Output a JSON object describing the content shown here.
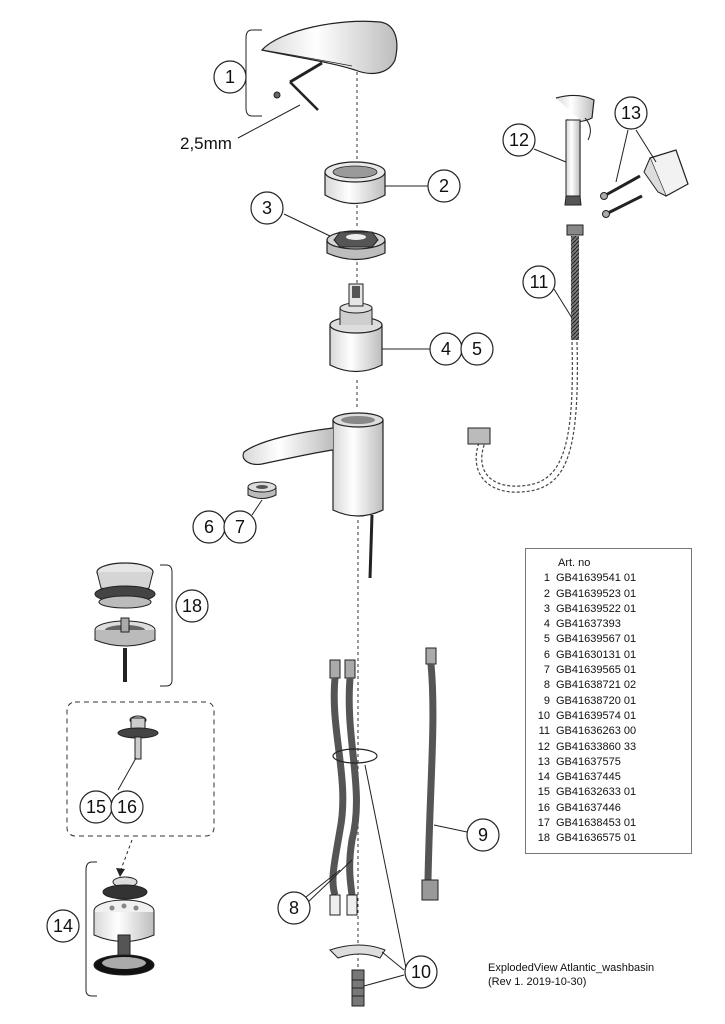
{
  "callouts": {
    "c1": "1",
    "c2": "2",
    "c3": "3",
    "c4": "4",
    "c5": "5",
    "c6": "6",
    "c7": "7",
    "c8": "8",
    "c9": "9",
    "c10": "10",
    "c11": "11",
    "c12": "12",
    "c13": "13",
    "c14": "14",
    "c15": "15",
    "c16": "16",
    "c18": "18"
  },
  "tool_label": "2,5mm",
  "parts_table": {
    "header": "Art. no",
    "rows": [
      {
        "n": "1",
        "art": "GB41639541 01"
      },
      {
        "n": "2",
        "art": "GB41639523 01"
      },
      {
        "n": "3",
        "art": "GB41639522 01"
      },
      {
        "n": "4",
        "art": "GB41637393"
      },
      {
        "n": "5",
        "art": "GB41639567 01"
      },
      {
        "n": "6",
        "art": "GB41630131 01"
      },
      {
        "n": "7",
        "art": "GB41639565 01"
      },
      {
        "n": "8",
        "art": "GB41638721 02"
      },
      {
        "n": "9",
        "art": "GB41638720 01"
      },
      {
        "n": "10",
        "art": "GB41639574 01"
      },
      {
        "n": "11",
        "art": "GB41636263 00"
      },
      {
        "n": "12",
        "art": "GB41633860 33"
      },
      {
        "n": "13",
        "art": "GB41637575"
      },
      {
        "n": "14",
        "art": "GB41637445"
      },
      {
        "n": "15",
        "art": "GB41632633 01"
      },
      {
        "n": "16",
        "art": "GB41637446"
      },
      {
        "n": "17",
        "art": "GB41638453 01"
      },
      {
        "n": "18",
        "art": "GB41636575 01"
      }
    ]
  },
  "caption": {
    "line1": "ExplodedView Atlantic_washbasin",
    "line2": "(Rev 1. 2019-10-30)"
  }
}
